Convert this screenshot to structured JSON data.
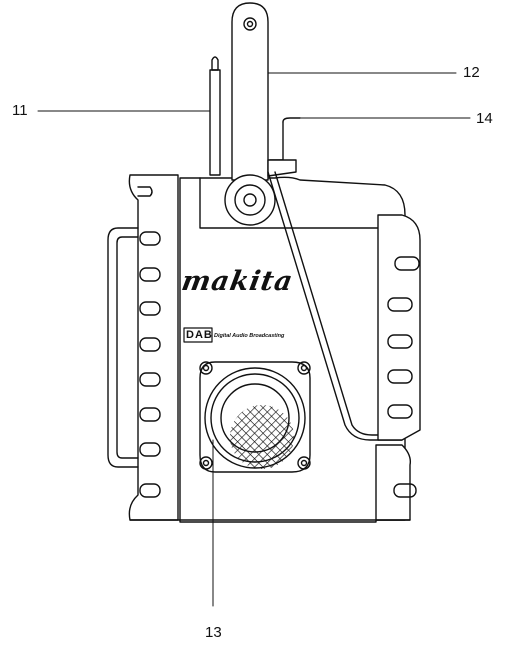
{
  "figure": {
    "brand": "makita",
    "dab_mark": "DAB",
    "dab_subtitle": "Digital Audio Broadcasting",
    "callouts": [
      {
        "id": "11"
      },
      {
        "id": "12"
      },
      {
        "id": "13"
      },
      {
        "id": "14"
      }
    ]
  }
}
